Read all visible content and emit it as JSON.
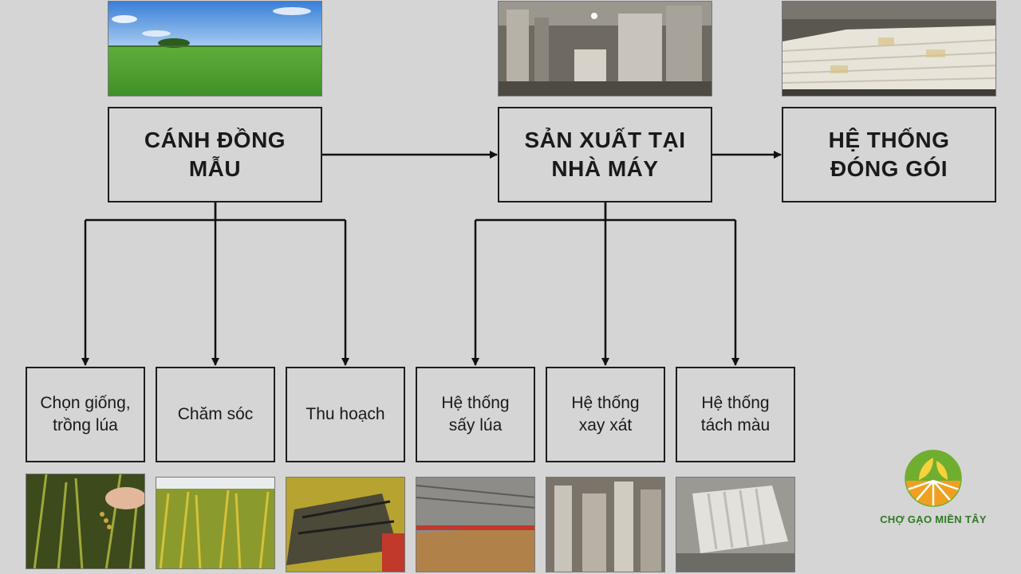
{
  "main_nodes": {
    "field": "CÁNH ĐỒNG\nMẪU",
    "factory": "SẢN XUẤT TẠI\nNHÀ MÁY",
    "packaging": "HỆ THỐNG\nĐÓNG GÓI"
  },
  "sub_nodes": {
    "seed": "Chọn giống,\ntrồng lúa",
    "care": "Chăm sóc",
    "harvest": "Thu hoạch",
    "drying": "Hệ thống\nsấy lúa",
    "milling": "Hệ thống\nxay xát",
    "sorting": "Hệ thống\ntách màu"
  },
  "brand": {
    "name": "CHỢ GẠO MIỀN TÂY"
  },
  "colors": {
    "background": "#d5d5d5",
    "border": "#1d1d1d",
    "brand_green": "#2f7a24",
    "brand_orange": "#f0a020"
  }
}
